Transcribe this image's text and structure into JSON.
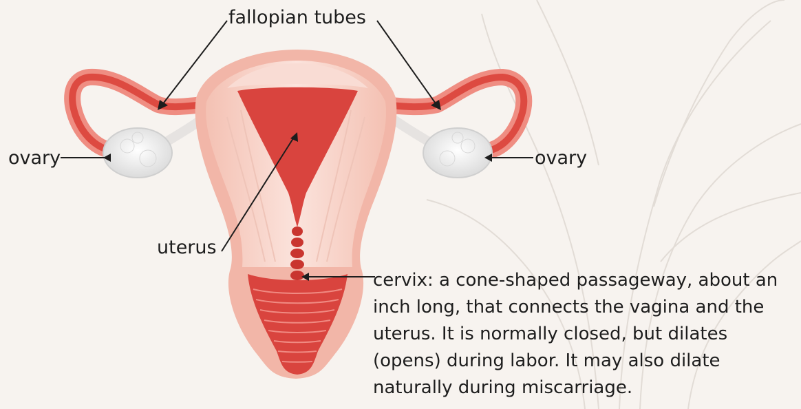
{
  "labels": {
    "fallopian_tubes": "fallopian tubes",
    "ovary_left": "ovary",
    "ovary_right": "ovary",
    "uterus": "uterus",
    "cervix": "cervix: a cone-shaped passageway, about an inch long, that connects the vagina and the uterus. It is normally closed, but dilates (opens) during labor. It may also dilate naturally during miscarriage."
  },
  "colors": {
    "background": "#f7f3ef",
    "uterus_outer": "#f2b6a8",
    "uterus_wall": "#f6d2c8",
    "cavity": "#d9443e",
    "ovary": "#eeeeee",
    "text": "#1d1d1d"
  }
}
